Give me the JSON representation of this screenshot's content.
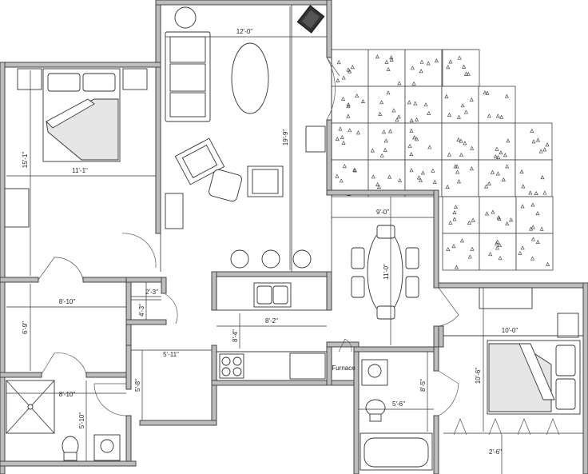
{
  "dimensions": {
    "living_width": "12'-0\"",
    "living_length": "19'-9\"",
    "bed1_length": "15'-1\"",
    "bed1_width": "11'-1\"",
    "dining_width": "9'-0\"",
    "dining_length": "11'-0\"",
    "laundry_width": "8'-10\"",
    "laundry_length": "6'-9\"",
    "closet_width": "2'-3\"",
    "closet_length": "4'-3\"",
    "kitchen_width": "8'-2\"",
    "kitchen_depth": "8'-4\"",
    "hall_width": "5'-11\"",
    "hall_length": "5'-8\"",
    "bath1_width": "8'-10\"",
    "bath1_length": "5'-10\"",
    "bed2_width": "10'-0\"",
    "bed2_length": "10'-6\"",
    "bath2_length": "8'-5\"",
    "bath2_width": "5'-6\"",
    "bed2_closet": "2'-6\""
  },
  "labels": {
    "furnace": "Furnace"
  }
}
